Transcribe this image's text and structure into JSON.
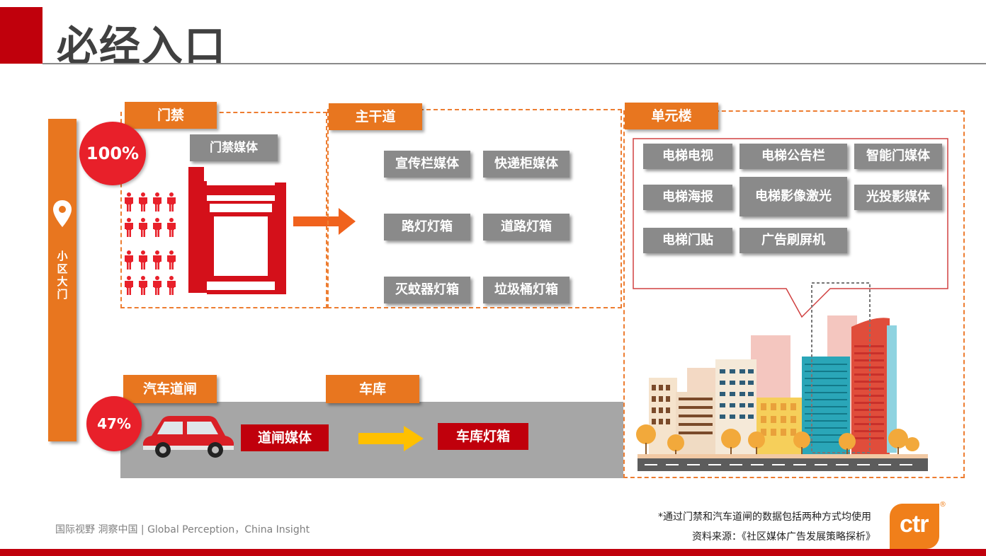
{
  "title": "必经入口",
  "sidebar_label": "小区大门",
  "sections": {
    "access": {
      "tag": "门禁",
      "percent": "100%",
      "media_label": "门禁媒体"
    },
    "main_road": {
      "tag": "主干道",
      "items": [
        "宣传栏媒体",
        "快递柜媒体",
        "路灯灯箱",
        "道路灯箱",
        "灭蚊器灯箱",
        "垃圾桶灯箱"
      ]
    },
    "unit_building": {
      "tag": "单元楼",
      "items": [
        "电梯电视",
        "电梯公告栏",
        "智能门媒体",
        "电梯海报",
        "电梯影像激光",
        "光投影媒体",
        "电梯门贴",
        "广告刷屏机"
      ]
    },
    "car_gate": {
      "tag": "汽车道闸",
      "percent": "47%",
      "media_label": "道闸媒体"
    },
    "garage": {
      "tag": "车库",
      "media_label": "车库灯箱"
    }
  },
  "footer": {
    "slogan": "国际视野 洞察中国 | Global Perception，China Insight",
    "note": "*通过门禁和汽车道闸的数据包括两种方式均使用",
    "source": "资料来源：《社区媒体广告发展策略探析》",
    "logo": "ctr"
  },
  "colors": {
    "accent_orange": "#e8761f",
    "brand_red": "#c0000c",
    "gray_box": "#8a8a8a",
    "arrow_yellow": "#ffc000"
  },
  "icons": [
    "map-pin-icon",
    "people-group-icon",
    "gate-icon",
    "red-car-icon",
    "city-skyline-illustration"
  ]
}
